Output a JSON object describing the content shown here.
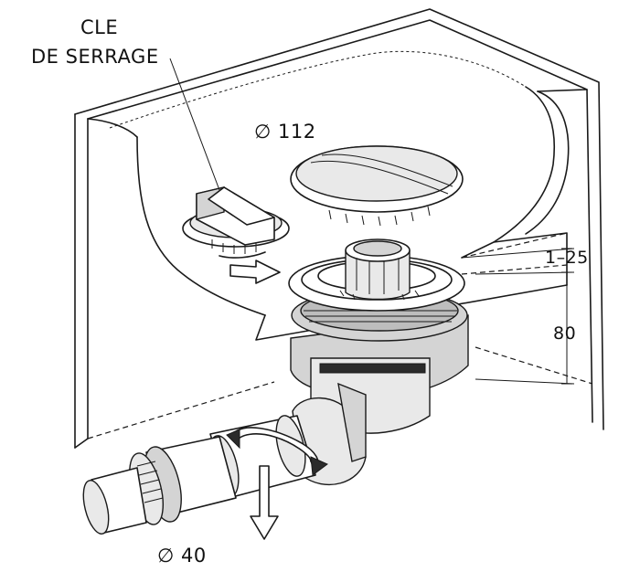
{
  "labels": {
    "key_line1": "CLE",
    "key_line2": "DE SERRAGE",
    "dia_top": "∅ 112",
    "adjust_range": "1–25",
    "height": "80",
    "dia_bottom": "∅ 40"
  }
}
